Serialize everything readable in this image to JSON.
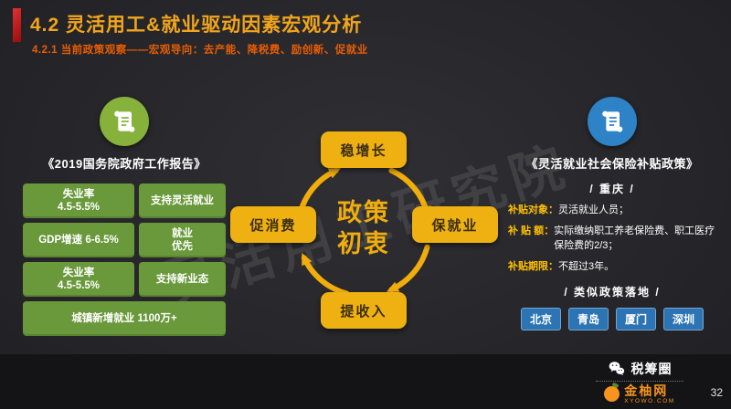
{
  "header": {
    "title": "4.2 灵活用工&就业驱动因素宏观分析",
    "subtitle": "4.2.1 当前政策观察——宏观导向：去产能、降税费、励创新、促就业"
  },
  "watermark": "灵活用工研究院",
  "left_panel": {
    "icon": "scroll-icon",
    "title": "《2019国务院政府工作报告》",
    "boxes": [
      {
        "text": "失业率\n4.5-5.5%"
      },
      {
        "text": "支持灵活就业"
      },
      {
        "text": "GDP增速 6-6.5%"
      },
      {
        "text": "就业\n优先"
      },
      {
        "text": "失业率\n4.5-5.5%"
      },
      {
        "text": "支持新业态"
      },
      {
        "text": "城镇新增就业 1100万+",
        "span": "full"
      }
    ]
  },
  "diagram": {
    "center_line1": "政策",
    "center_line2": "初衷",
    "nodes": {
      "top": "稳增长",
      "right": "保就业",
      "bottom": "提收入",
      "left": "促消费"
    },
    "arrow_color": "#f0ad0c"
  },
  "right_panel": {
    "icon": "scroll-icon",
    "title": "《灵活就业社会保险补贴政策》",
    "region_header": "/ 重庆 /",
    "rows": [
      {
        "label": "补贴对象：",
        "value": "灵活就业人员；"
      },
      {
        "label": "补 贴 额：",
        "value": "实际缴纳职工养老保险费、职工医疗保险费的2/3；"
      },
      {
        "label": "补贴期限：",
        "value": "不超过3年。"
      }
    ],
    "similar_header": "/ 类似政策落地 /",
    "cities": [
      "北京",
      "青岛",
      "厦门",
      "深圳"
    ]
  },
  "footer": {
    "wechat_name": "税筹圈",
    "brand_name": "金柚网",
    "brand_sub": "XYOWO.COM",
    "page_number": "32"
  },
  "colors": {
    "title_yellow": "#f2a51c",
    "subtitle_orange": "#e85d04",
    "green_box": "#69993a",
    "blue_panel": "#2e82c6",
    "node_yellow": "#efb012",
    "label_orange": "#ffc000"
  }
}
